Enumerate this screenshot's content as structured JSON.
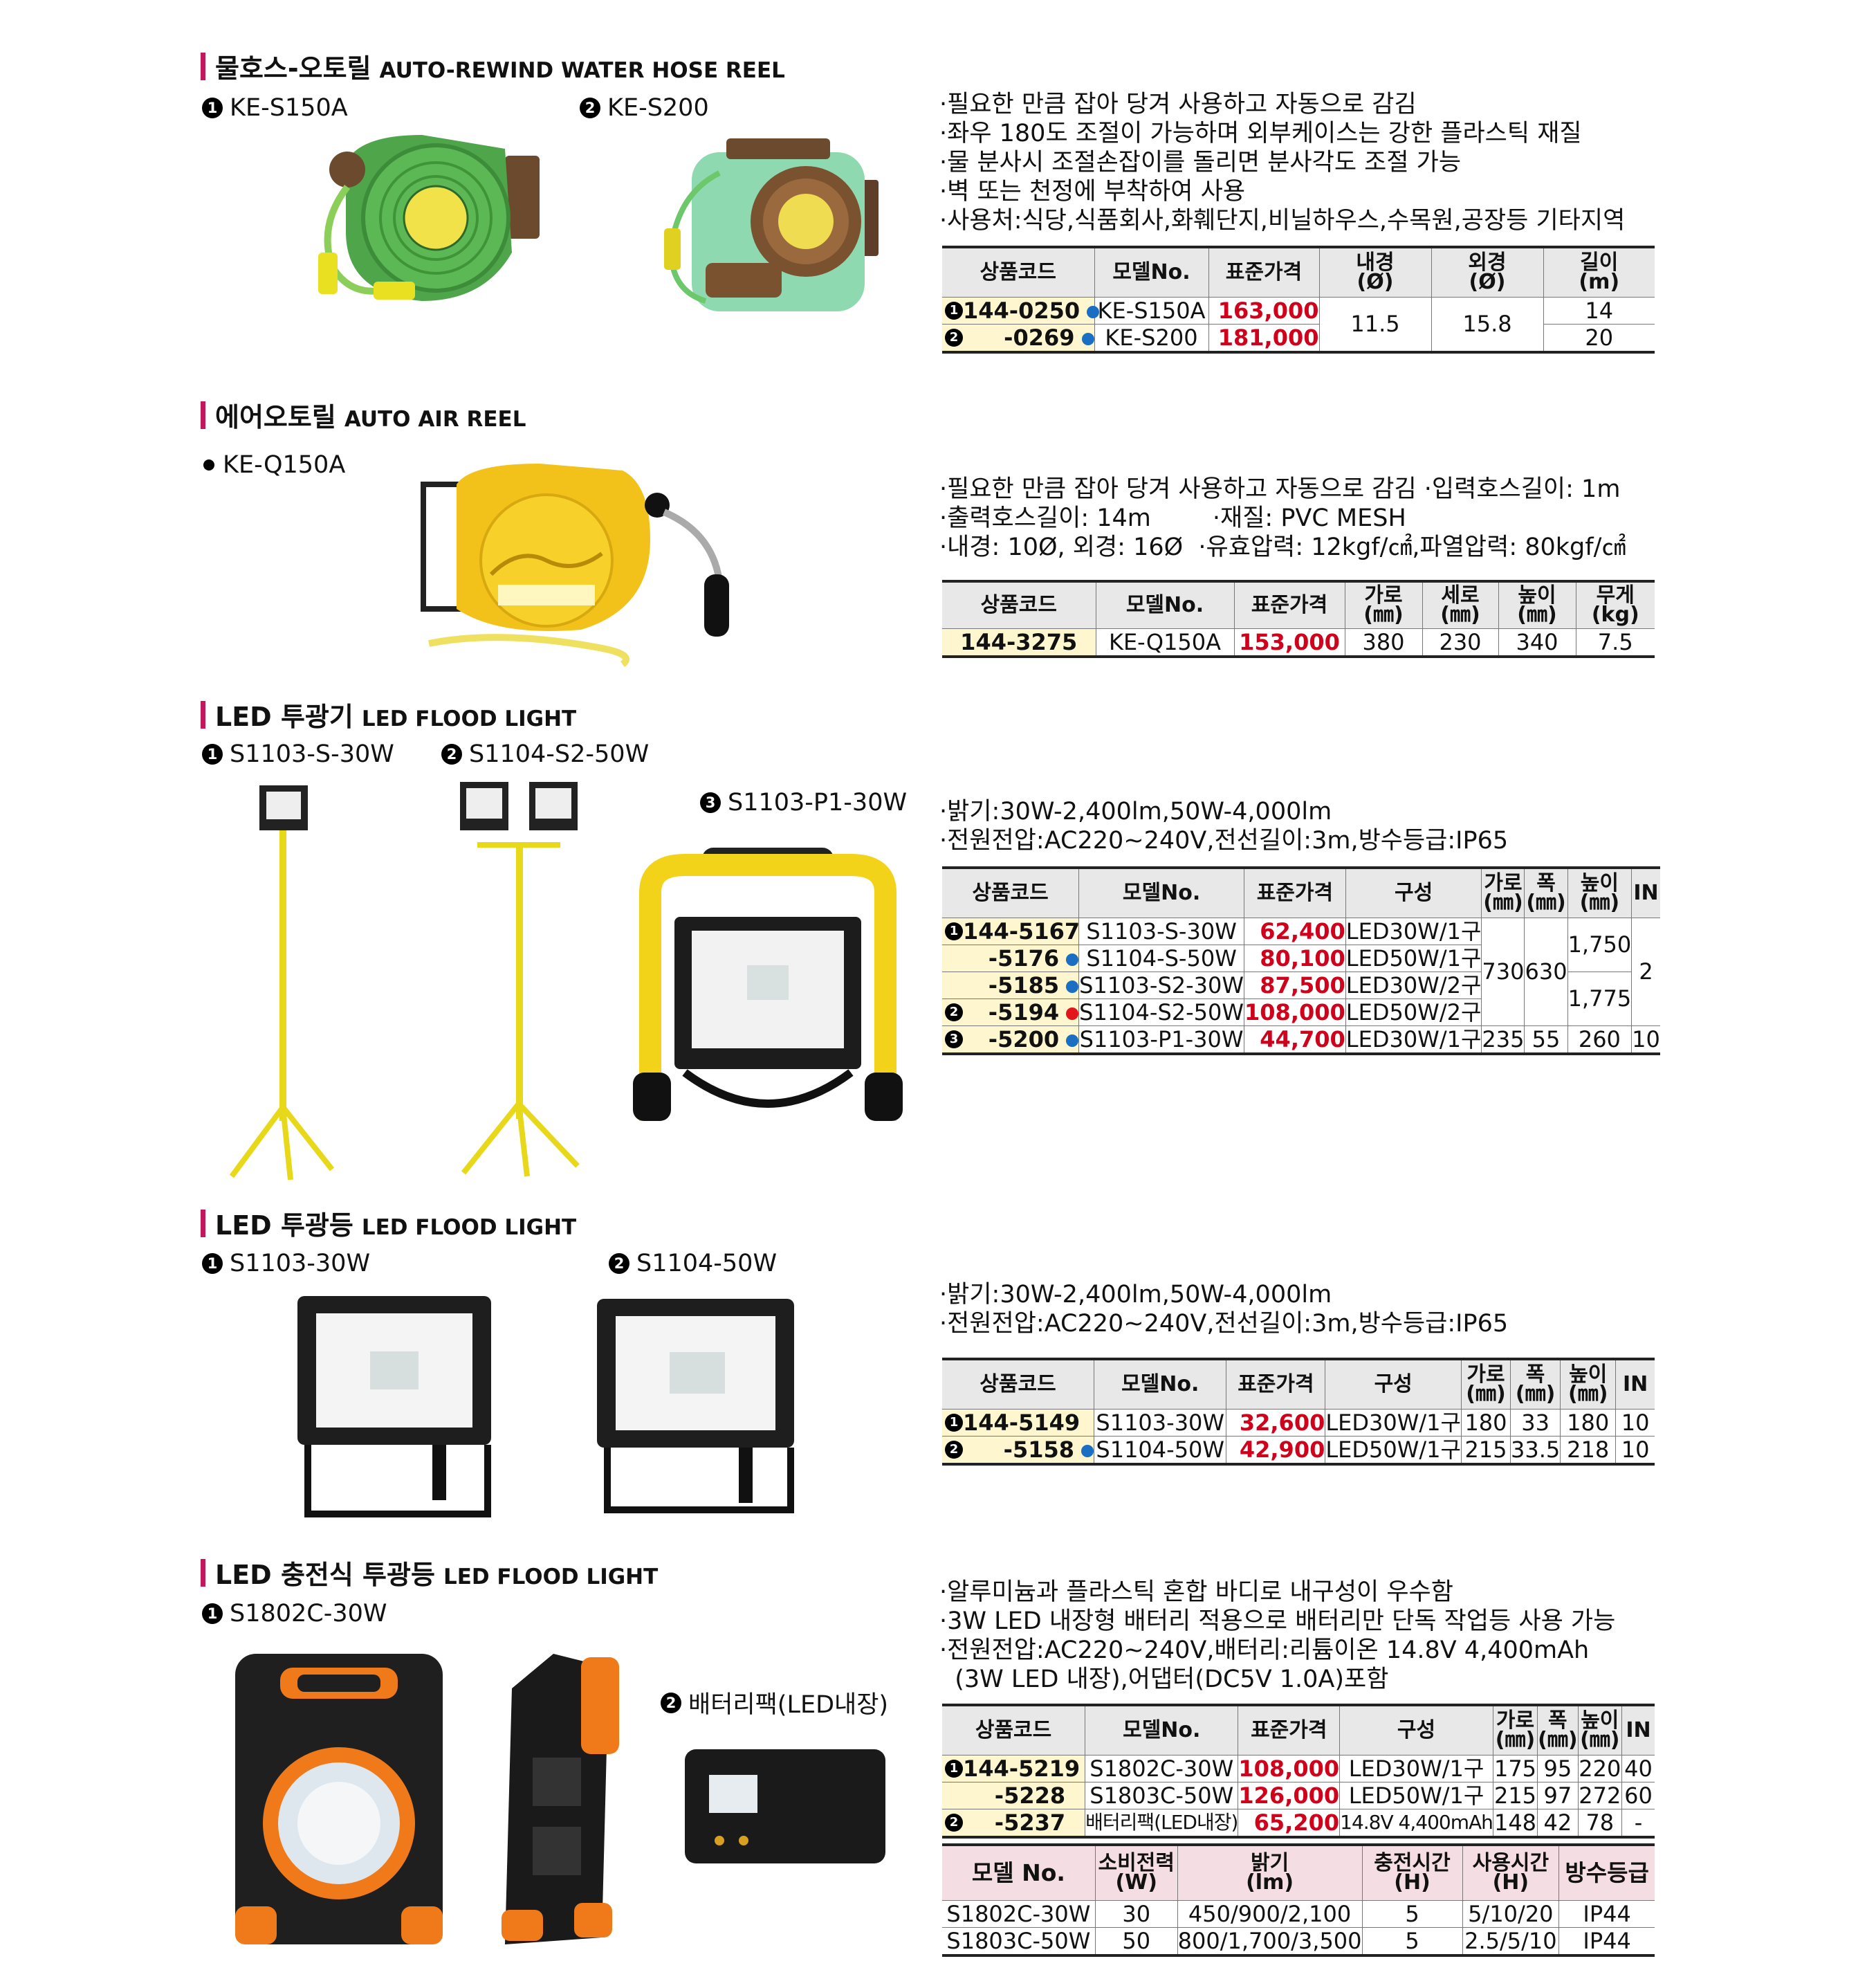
{
  "hose": {
    "title_ko": "물호스-오토릴",
    "title_en": "AUTO-REWIND WATER HOSE REEL",
    "models": [
      {
        "num": "1",
        "name": "KE-S150A"
      },
      {
        "num": "2",
        "name": "KE-S200"
      }
    ],
    "features": [
      "·필요한 만큼 잡아 당겨 사용하고 자동으로 감김",
      "·좌우 180도 조절이 가능하며 외부케이스는 강한 플라스틱 재질",
      "·물 분사시 조절손잡이를 돌리면 분사각도 조절 가능",
      "·벽 또는 천정에 부착하여 사용",
      "·사용처:식당,식품회사,화훼단지,비닐하우스,수목원,공장등 기타지역"
    ],
    "headers": {
      "code": "상품코드",
      "model": "모델No.",
      "price": "표준가격",
      "inner": "내경",
      "inner_u": "(Ø)",
      "outer": "외경",
      "outer_u": "(Ø)",
      "len": "길이",
      "len_u": "(m)"
    },
    "rows": [
      {
        "n": "1",
        "code": "144-0250",
        "model": "KE-S150A",
        "price": "163,000",
        "len": "14"
      },
      {
        "n": "2",
        "code": "-0269",
        "model": "KE-S200",
        "price": "181,000",
        "len": "20"
      }
    ],
    "inner_val": "11.5",
    "outer_val": "15.8"
  },
  "air": {
    "title_ko": "에어오토릴",
    "title_en": "AUTO AIR REEL",
    "model": "KE-Q150A",
    "features": [
      "·필요한 만큼 잡아 당겨 사용하고 자동으로 감김 ·입력호스길이: 1m",
      "·출력호스길이: 14m        ·재질: PVC MESH",
      "·내경: 10Ø, 외경: 16Ø  ·유효압력: 12kgf/㎠,파열압력: 80kgf/㎠"
    ],
    "headers": {
      "code": "상품코드",
      "model": "모델No.",
      "price": "표준가격",
      "w": "가로",
      "w_u": "(㎜)",
      "d": "세로",
      "d_u": "(㎜)",
      "h": "높이",
      "h_u": "(㎜)",
      "wt": "무게",
      "wt_u": "(kg)"
    },
    "row": {
      "code": "144-3275",
      "model": "KE-Q150A",
      "price": "153,000",
      "w": "380",
      "d": "230",
      "h": "340",
      "wt": "7.5"
    }
  },
  "flood1": {
    "title_ko": "LED 투광기",
    "title_en": "LED FLOOD LIGHT",
    "models": [
      {
        "num": "1",
        "name": "S1103-S-30W"
      },
      {
        "num": "2",
        "name": "S1104-S2-50W"
      },
      {
        "num": "3",
        "name": "S1103-P1-30W"
      }
    ],
    "features": [
      "·밝기:30W-2,400lm,50W-4,000lm",
      "·전원전압:AC220~240V,전선길이:3m,방수등급:IP65"
    ],
    "headers": {
      "code": "상품코드",
      "model": "모델No.",
      "price": "표준가격",
      "comp": "구성",
      "w": "가로",
      "w_u": "(㎜)",
      "d": "폭",
      "d_u": "(㎜)",
      "h": "높이",
      "h_u": "(㎜)",
      "in": "IN"
    },
    "rows": [
      {
        "n": "1",
        "code": "144-5167",
        "model": "S1103-S-30W",
        "price": "62,400",
        "comp": "LED30W/1구"
      },
      {
        "n": "",
        "code": "-5176",
        "model": "S1104-S-50W",
        "price": "80,100",
        "comp": "LED50W/1구"
      },
      {
        "n": "",
        "code": "-5185",
        "model": "S1103-S2-30W",
        "price": "87,500",
        "comp": "LED30W/2구"
      },
      {
        "n": "2",
        "code": "-5194",
        "model": "S1104-S2-50W",
        "price": "108,000",
        "comp": "LED50W/2구"
      },
      {
        "n": "3",
        "code": "-5200",
        "model": "S1103-P1-30W",
        "price": "44,700",
        "comp": "LED30W/1구"
      }
    ],
    "merged": {
      "w": "730",
      "d": "630",
      "h1": "1,750",
      "h2": "1,775",
      "in": "2"
    },
    "last": {
      "w": "235",
      "d": "55",
      "h": "260",
      "in": "10"
    }
  },
  "flood2": {
    "title_ko": "LED 투광등",
    "title_en": "LED FLOOD LIGHT",
    "models": [
      {
        "num": "1",
        "name": "S1103-30W"
      },
      {
        "num": "2",
        "name": "S1104-50W"
      }
    ],
    "features": [
      "·밝기:30W-2,400lm,50W-4,000lm",
      "·전원전압:AC220~240V,전선길이:3m,방수등급:IP65"
    ],
    "headers": {
      "code": "상품코드",
      "model": "모델No.",
      "price": "표준가격",
      "comp": "구성",
      "w": "가로",
      "w_u": "(㎜)",
      "d": "폭",
      "d_u": "(㎜)",
      "h": "높이",
      "h_u": "(㎜)",
      "in": "IN"
    },
    "rows": [
      {
        "n": "1",
        "code": "144-5149",
        "model": "S1103-30W",
        "price": "32,600",
        "comp": "LED30W/1구",
        "w": "180",
        "d": "33",
        "h": "180",
        "in": "10"
      },
      {
        "n": "2",
        "code": "-5158",
        "model": "S1104-50W",
        "price": "42,900",
        "comp": "LED50W/1구",
        "w": "215",
        "d": "33.5",
        "h": "218",
        "in": "10"
      }
    ]
  },
  "charge": {
    "title_ko": "LED 충전식 투광등",
    "title_en": "LED FLOOD LIGHT",
    "models": [
      {
        "num": "1",
        "name": "S1802C-30W"
      },
      {
        "num": "2",
        "name": "배터리팩(LED내장)"
      }
    ],
    "features": [
      "·알루미늄과 플라스틱 혼합 바디로 내구성이 우수함",
      "·3W LED 내장형 배터리 적용으로 배터리만 단독 작업등 사용 가능",
      "·전원전압:AC220~240V,배터리:리튬이온 14.8V 4,400mAh",
      "  (3W LED 내장),어댑터(DC5V 1.0A)포함"
    ],
    "headers": {
      "code": "상품코드",
      "model": "모델No.",
      "price": "표준가격",
      "comp": "구성",
      "w": "가로",
      "w_u": "(㎜)",
      "d": "폭",
      "d_u": "(㎜)",
      "h": "높이",
      "h_u": "(㎜)",
      "in": "IN"
    },
    "rows": [
      {
        "n": "1",
        "code": "144-5219",
        "model": "S1802C-30W",
        "price": "108,000",
        "comp": "LED30W/1구",
        "w": "175",
        "d": "95",
        "h": "220",
        "in": "40"
      },
      {
        "n": "",
        "code": "-5228",
        "model": "S1803C-50W",
        "price": "126,000",
        "comp": "LED50W/1구",
        "w": "215",
        "d": "97",
        "h": "272",
        "in": "60"
      },
      {
        "n": "2",
        "code": "-5237",
        "model": "배터리팩(LED내장)",
        "price": "65,200",
        "comp": "14.8V 4,400mAh",
        "w": "148",
        "d": "42",
        "h": "78",
        "in": "-"
      }
    ],
    "spec_headers": {
      "model": "모델 No.",
      "power": "소비전력",
      "power_u": "(W)",
      "lum": "밝기",
      "lum_u": "(lm)",
      "ct": "충전시간",
      "ct_u": "(H)",
      "ut": "사용시간",
      "ut_u": "(H)",
      "ip": "방수등급"
    },
    "spec_rows": [
      {
        "model": "S1802C-30W",
        "power": "30",
        "lum": "450/900/2,100",
        "ct": "5",
        "ut": "5/10/20",
        "ip": "IP44"
      },
      {
        "model": "S1803C-50W",
        "power": "50",
        "lum": "800/1,700/3,500",
        "ct": "5",
        "ut": "2.5/5/10",
        "ip": "IP44"
      }
    ]
  }
}
